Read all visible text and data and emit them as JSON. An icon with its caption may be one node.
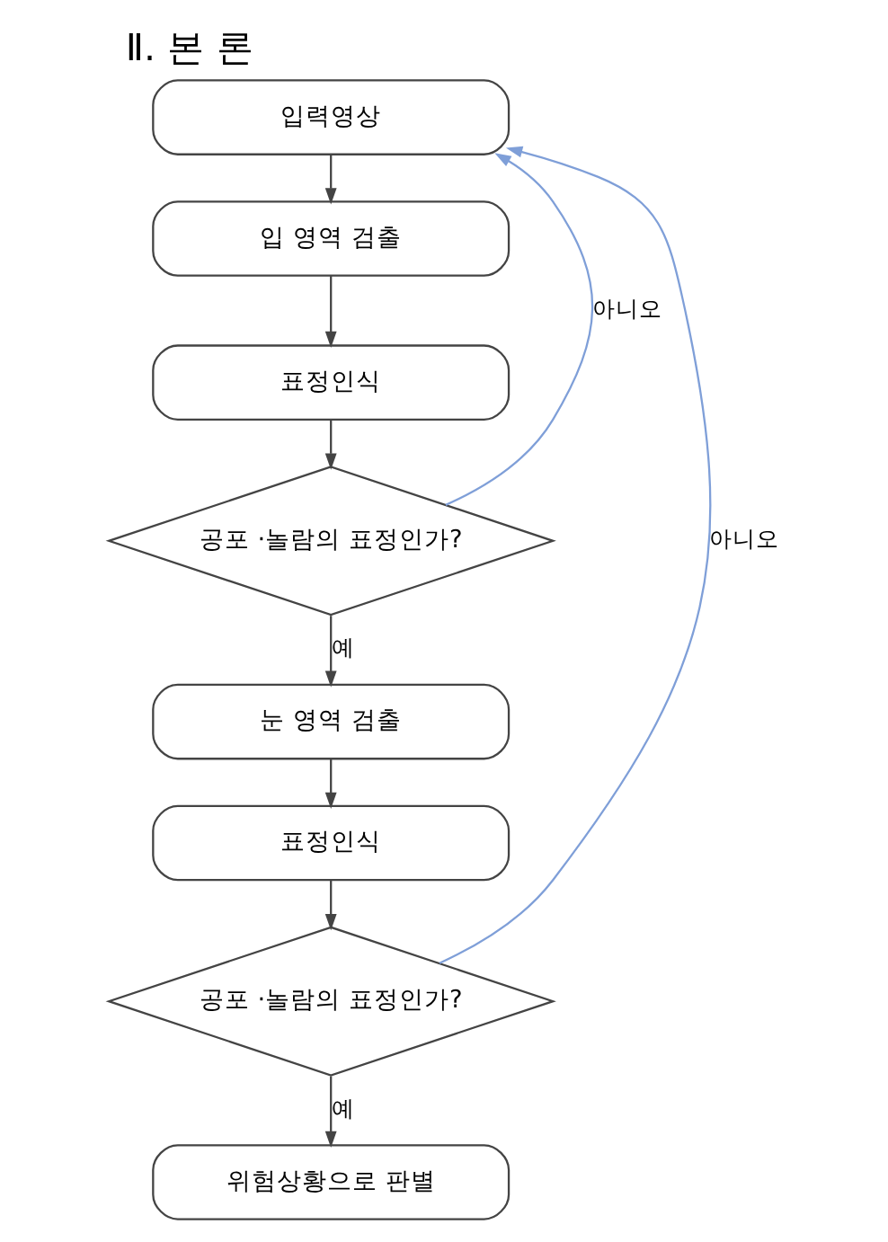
{
  "diagram": {
    "title": "Ⅱ. 본 론",
    "nodes": [
      {
        "text": [
          "입력영상"
        ]
      },
      {
        "text": [
          "입 영역 검출"
        ]
      },
      {
        "text": [
          "표정인식"
        ]
      },
      {
        "text": [
          "공포 ·놀람의 표정인가?"
        ]
      },
      {
        "text": [
          "눈 영역 검출"
        ]
      },
      {
        "text": [
          "표정인식"
        ]
      },
      {
        "text": [
          "공포 ·놀람의 표정인가?"
        ]
      },
      {
        "text": [
          "위험상황으로 판별"
        ]
      }
    ],
    "edges": [
      {
        "from": 0,
        "to": 1,
        "arrow": "to"
      },
      {
        "from": 1,
        "to": 2,
        "arrow": "to"
      },
      {
        "from": 2,
        "to": 3,
        "arrow": "to"
      },
      {
        "from": 3,
        "to": 4,
        "arrow": "to",
        "label": "예"
      },
      {
        "from": 3,
        "to": 0,
        "arrow": "to",
        "label": "아니오",
        "color": "#7f9fd8"
      },
      {
        "from": 4,
        "to": 5,
        "arrow": "to"
      },
      {
        "from": 5,
        "to": 6,
        "arrow": "to"
      },
      {
        "from": 6,
        "to": 7,
        "arrow": "to",
        "label": "예"
      },
      {
        "from": 6,
        "to": 0,
        "arrow": "to",
        "label": "아니오",
        "color": "#7f9fd8"
      }
    ]
  }
}
